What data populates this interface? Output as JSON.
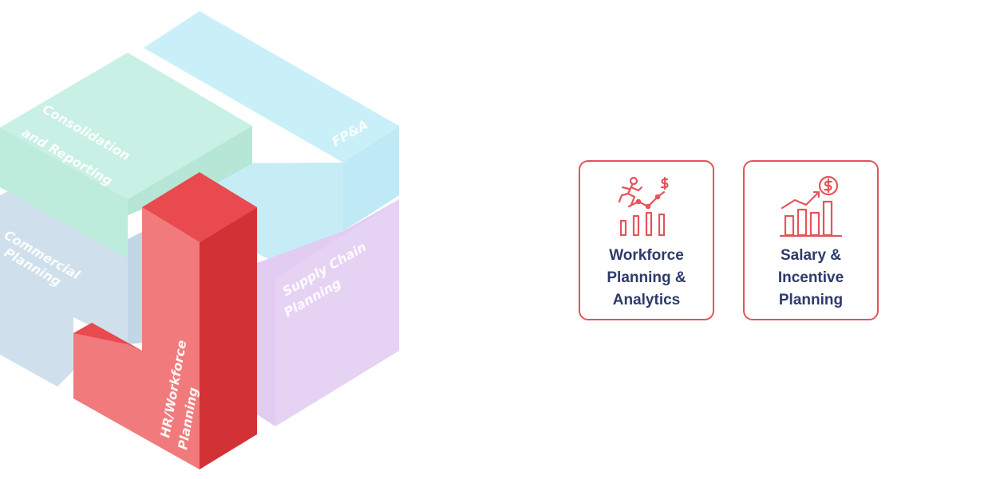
{
  "cube": {
    "labels": {
      "consolidation_line1": "Consolidation",
      "consolidation_line2": "and Reporting",
      "fpa": "FP&A",
      "commercial_line1": "Commercial",
      "commercial_line2": "Planning",
      "supply_line1": "Supply Chain",
      "supply_line2": "Planning",
      "hr_line1": "HR/Workforce",
      "hr_line2": "Planning"
    },
    "colors": {
      "fpa": "#c9f0f8",
      "consolidation": "#c8f0e4",
      "commercial": "#cfe0ec",
      "supply": "#e2ccf2",
      "hr_top": "#e84a50",
      "hr_left": "#f07a7c",
      "hr_right": "#d23236"
    }
  },
  "cards": [
    {
      "line1": "Workforce",
      "line2": "Planning &",
      "line3": "Analytics",
      "icon": "runner-growth-chart-icon"
    },
    {
      "line1": "Salary &",
      "line2": "Incentive",
      "line3": "Planning",
      "icon": "salary-growth-chart-icon"
    }
  ],
  "accent": "#e4545a",
  "text_color": "#2e3a6b"
}
